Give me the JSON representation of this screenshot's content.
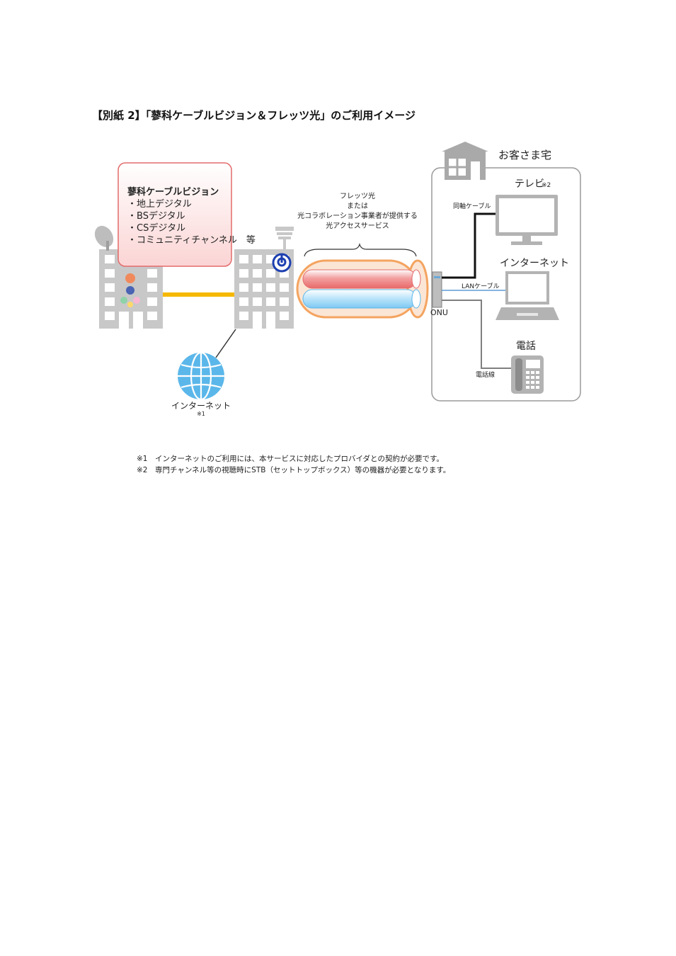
{
  "title": "【別紙 2】「蓼科ケーブルビジョン＆フレッツ光」のご利用イメージ",
  "provider_box": {
    "name": "蓼科ケーブルビジョン",
    "items": [
      "・地上デジタル",
      "・BSデジタル",
      "・CSデジタル",
      "・コミュニティチャンネル　等"
    ]
  },
  "fiber_label": [
    "フレッツ光",
    "または",
    "光コラボレーション事業者が提供する",
    "光アクセスサービス"
  ],
  "customer_home_label": "お客さま宅",
  "onu_label": "ONU",
  "devices": {
    "tv": {
      "label": "テレビ",
      "note": "※2",
      "cable": "同軸ケーブル"
    },
    "pc": {
      "label": "インターネット",
      "cable": "LANケーブル"
    },
    "phone": {
      "label": "電話",
      "cable": "電話線"
    }
  },
  "internet_globe": {
    "label": "インターネット",
    "note": "※1"
  },
  "colors": {
    "fiber_red": "#f08080",
    "fiber_blue": "#87cefa",
    "fiber_orange": "#f4a460",
    "backbone_yellow": "#f5b800",
    "provider_box": "#fde0e0",
    "globe": "#5bb7ea",
    "building": "#cfcfcf"
  },
  "notes": [
    "※1　インターネットのご利用には、本サービスに対応したプロバイダとの契約が必要です。",
    "※2　専門チャンネル等の視聴時にSTB（セットトップボックス）等の機器が必要となります。"
  ]
}
